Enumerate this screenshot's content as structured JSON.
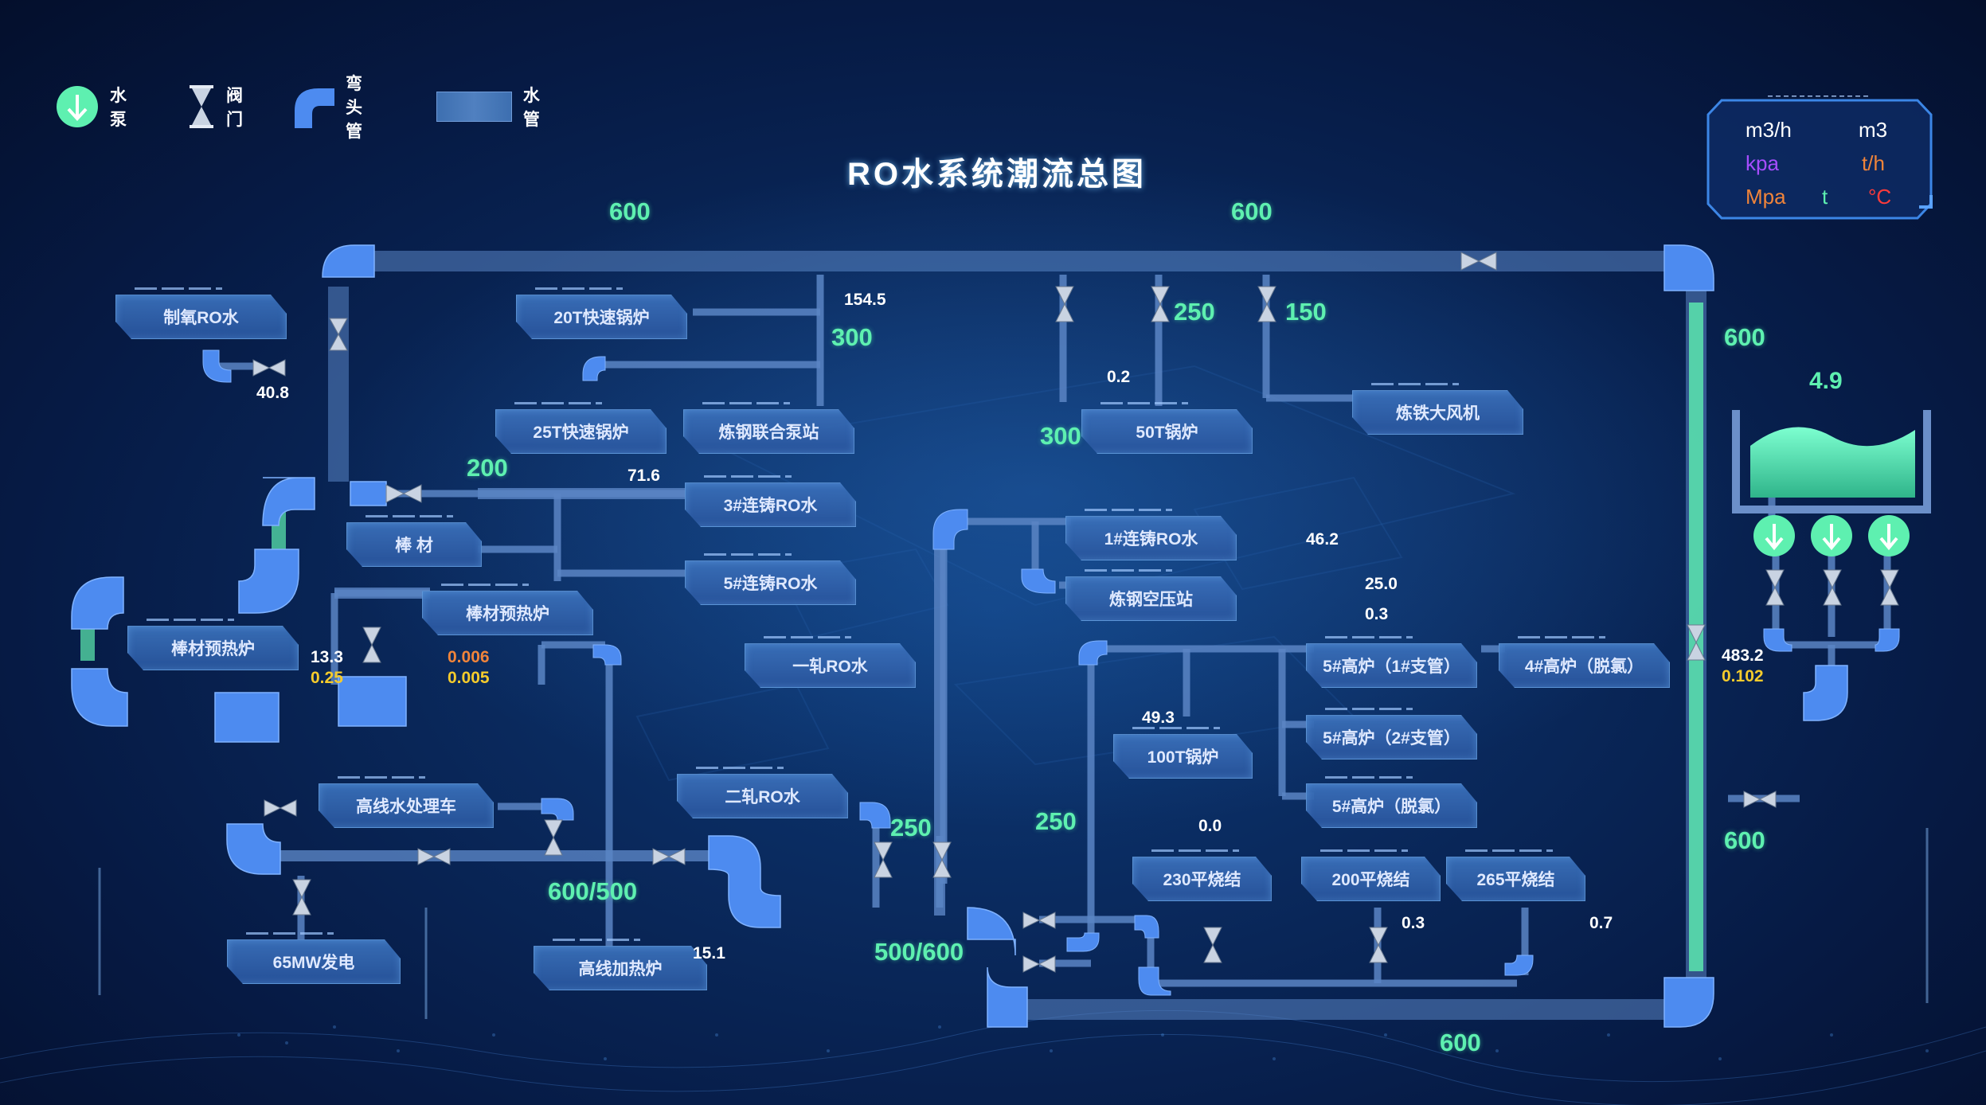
{
  "title": "RO水系统潮流总图",
  "legend": {
    "pump": {
      "icon": "pump-icon",
      "label": "水泵"
    },
    "valve": {
      "icon": "valve-icon",
      "label": "阀门"
    },
    "elbow": {
      "icon": "elbow-pipe-icon",
      "label": "弯头管"
    },
    "pipe": {
      "icon": "water-pipe-icon",
      "label": "水管"
    }
  },
  "units": {
    "m3h": "m3/h",
    "m3": "m3",
    "kpa": "kpa",
    "th": "t/h",
    "mpa": "Mpa",
    "t": "t",
    "c": "°C"
  },
  "colors": {
    "pipe": "#3d6fb0",
    "pipe_glow": "#5ef0b0",
    "elbow": "#4d8bf0",
    "label": "#ffffff",
    "flow": "#5ef0b0",
    "yellow": "#f5cb2c",
    "purple": "#a64dff",
    "orange": "#f0843a",
    "red": "#ff3b3b"
  },
  "stations": {
    "zhiyang": "制氧RO水",
    "t20": "20T快速锅炉",
    "t25": "25T快速锅炉",
    "lgbeng": "炼钢联合泵站",
    "t50": "50T锅炉",
    "ltfengji": "炼铁大风机",
    "bangcai": "棒 材",
    "lz3": "3#连铸RO水",
    "lz5": "5#连铸RO水",
    "lz1": "1#连铸RO水",
    "lgkongya": "炼钢空压站",
    "bcyure1": "棒材预热炉",
    "bcyure2": "棒材预热炉",
    "yizha": "一轧RO水",
    "gl5_1": "5#高炉（1#支管）",
    "gl4": "4#高炉（脱氯）",
    "gl5_2": "5#高炉（2#支管）",
    "t100": "100T锅炉",
    "gl5_t": "5#高炉（脱氯）",
    "erzha": "二轧RO水",
    "gxshuichuli": "高线水处理车",
    "sj230": "230平烧结",
    "sj200": "200平烧结",
    "sj265": "265平烧结",
    "mw65": "65MW发电",
    "gxjiare": "高线加热炉"
  },
  "values": {
    "v600a": "600",
    "v600b": "600",
    "v600c": "600",
    "v600d": "600",
    "v600e": "600",
    "v1545": "154.5",
    "v300a": "300",
    "v02a": "0.2",
    "v250a": "250",
    "v150": "150",
    "v300b": "300",
    "v408": "40.8",
    "v200": "200",
    "v716": "71.6",
    "v49": "4.9",
    "v462": "46.2",
    "v250b": "25.0",
    "v03a": "0.3",
    "v133": "13.3",
    "v025": "0.25",
    "v0006": "0.006",
    "v0005": "0.005",
    "v4832": "483.2",
    "v0102": "0.102",
    "v493": "49.3",
    "v250c": "250",
    "v250d": "250",
    "v00": "0.0",
    "v600500": "600/500",
    "v500600": "500/600",
    "v151": "15.1",
    "v03b": "0.3",
    "v07": "0.7"
  }
}
